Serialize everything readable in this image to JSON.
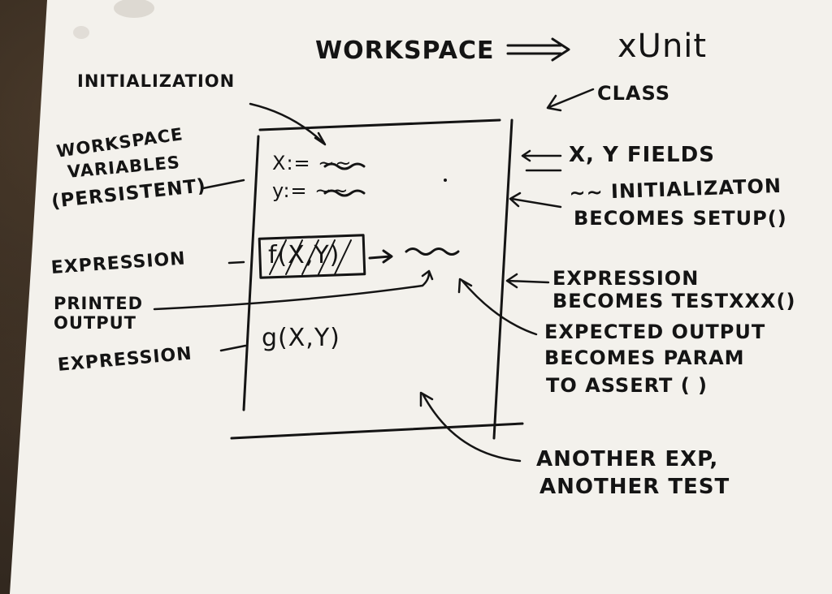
{
  "title": {
    "workspace": "WORKSPACE",
    "arrow": "⟹",
    "xunit": "xUnit"
  },
  "code": {
    "x_line": "X:= ~~",
    "y_line": "y:= ~~",
    "f_expr": "f(X,Y)",
    "g_expr": "g(X,Y)"
  },
  "left_labels": {
    "initialization": "INITIALIZATION",
    "workspace_variables": [
      "WORKSPACE",
      "VARIABLES",
      "(PERSISTENT)"
    ],
    "expression_1": "EXPRESSION",
    "printed_output": [
      "PRINTED",
      "OUTPUT"
    ],
    "expression_2": "EXPRESSION"
  },
  "right_labels": {
    "class": "CLASS",
    "fields": "X, Y FIELDS",
    "init_setup": [
      "~~ INITIALIZATON",
      "BECOMES SETUP()"
    ],
    "expr_test": [
      "EXPRESSION",
      "BECOMES TESTXXX()"
    ],
    "expected_output": [
      "EXPECTED OUTPUT",
      "BECOMES PARAM",
      "TO ASSERT ( )"
    ],
    "another": [
      "ANOTHER EXP,",
      "ANOTHER TEST"
    ]
  },
  "colors": {
    "paper": "#f3f1ec",
    "ink": "#141414",
    "desk": "#2b231b"
  }
}
